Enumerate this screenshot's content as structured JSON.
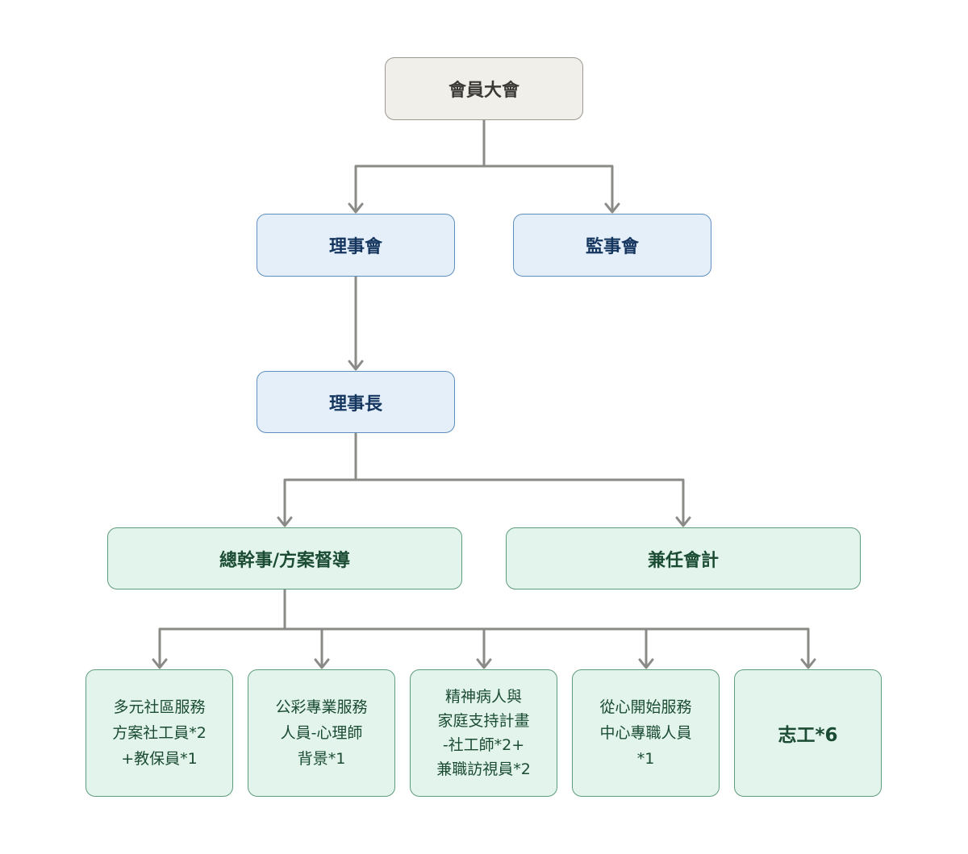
{
  "nodes": {
    "general_assembly": "會員大會",
    "board_of_directors": "理事會",
    "board_of_supervisors": "監事會",
    "chairperson": "理事長",
    "secretary_general": "總幹事/方案督導",
    "accountant": "兼任會計",
    "community_service": "多元社區服務\n方案社工員*2\n+教保員*1",
    "gongcai_service": "公彩專業服務\n人員-心理師\n背景*1",
    "mental_illness_family": "精神病人與\n家庭支持計畫\n-社工師*2+\n兼職訪視員*2",
    "congxin_center": "從心開始服務\n中心專職人員\n*1",
    "volunteers": "志工*6"
  },
  "colors": {
    "top_fill": "#f1efe9",
    "blue_fill": "#e4effa",
    "blue_text": "#14355e",
    "green_fill": "#e2f4eb",
    "green_text": "#1b4c33",
    "connector": "#8a8a86"
  }
}
